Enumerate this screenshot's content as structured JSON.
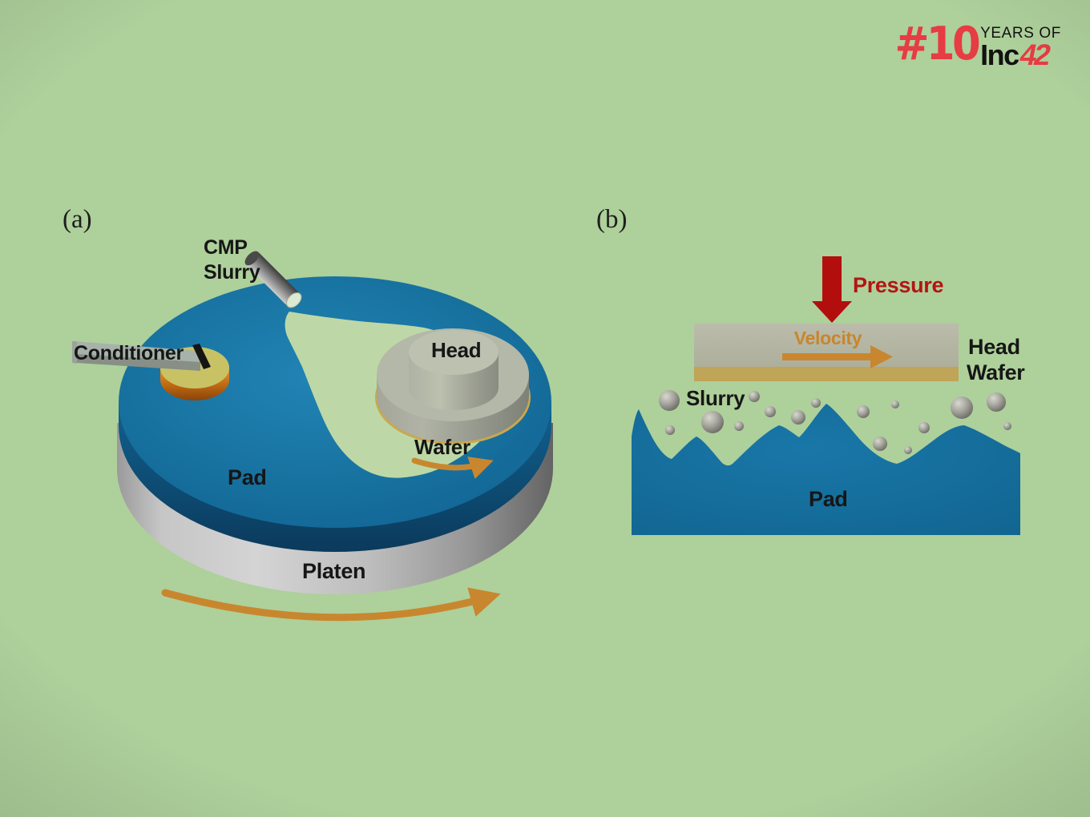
{
  "logo": {
    "number": "#10",
    "years_of": "YEARS OF",
    "inc": "Inc",
    "fortytwo": "42"
  },
  "panel_a": {
    "tag": "(a)",
    "cmp_slurry": "CMP\nSlurry",
    "conditioner": "Conditioner",
    "head": "Head",
    "wafer": "Wafer",
    "pad": "Pad",
    "platen": "Platen"
  },
  "panel_b": {
    "tag": "(b)",
    "pressure": "Pressure",
    "velocity": "Velocity",
    "head": "Head",
    "wafer": "Wafer",
    "slurry": "Slurry",
    "pad": "Pad",
    "slurry_particles": [
      [
        835,
        500,
        13
      ],
      [
        889,
        527,
        14
      ],
      [
        941,
        495,
        7
      ],
      [
        836,
        537,
        6
      ],
      [
        922,
        532,
        6
      ],
      [
        961,
        514,
        7
      ],
      [
        996,
        521,
        9
      ],
      [
        1018,
        503,
        6
      ],
      [
        1077,
        514,
        8
      ],
      [
        1117,
        505,
        5
      ],
      [
        1098,
        554,
        9
      ],
      [
        1133,
        562,
        5
      ],
      [
        1153,
        534,
        7
      ],
      [
        1200,
        509,
        14
      ],
      [
        1243,
        502,
        12
      ],
      [
        1257,
        532,
        5
      ]
    ]
  },
  "colors": {
    "background_green": "#aed09b",
    "swirl_green": "#bdd8a6",
    "pad_blue": "#1b77a7",
    "pad_rim_blue": "#0c3f63",
    "platen_silver": "#c6c6c6",
    "head_gray": "#b4b8a8",
    "wafer_tan": "#c0a457",
    "conditioner_disk_yellow": "#c8c265",
    "conditioner_rim_orange": "#c76f15",
    "arrow_orange": "#c8872e",
    "pressure_red": "#b41414",
    "logo_red": "#e63c44"
  }
}
